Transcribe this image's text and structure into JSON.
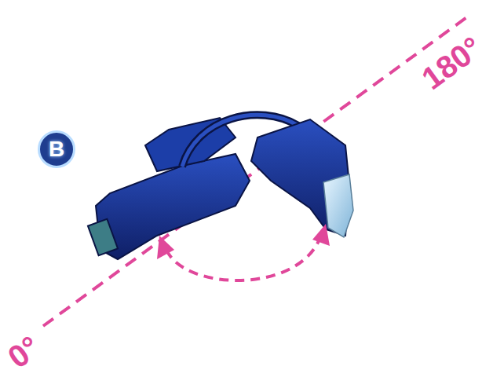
{
  "diagram": {
    "nodes": [
      {
        "text": [
          "B"
        ]
      }
    ],
    "labels": [
      "0°",
      "180°"
    ]
  }
}
